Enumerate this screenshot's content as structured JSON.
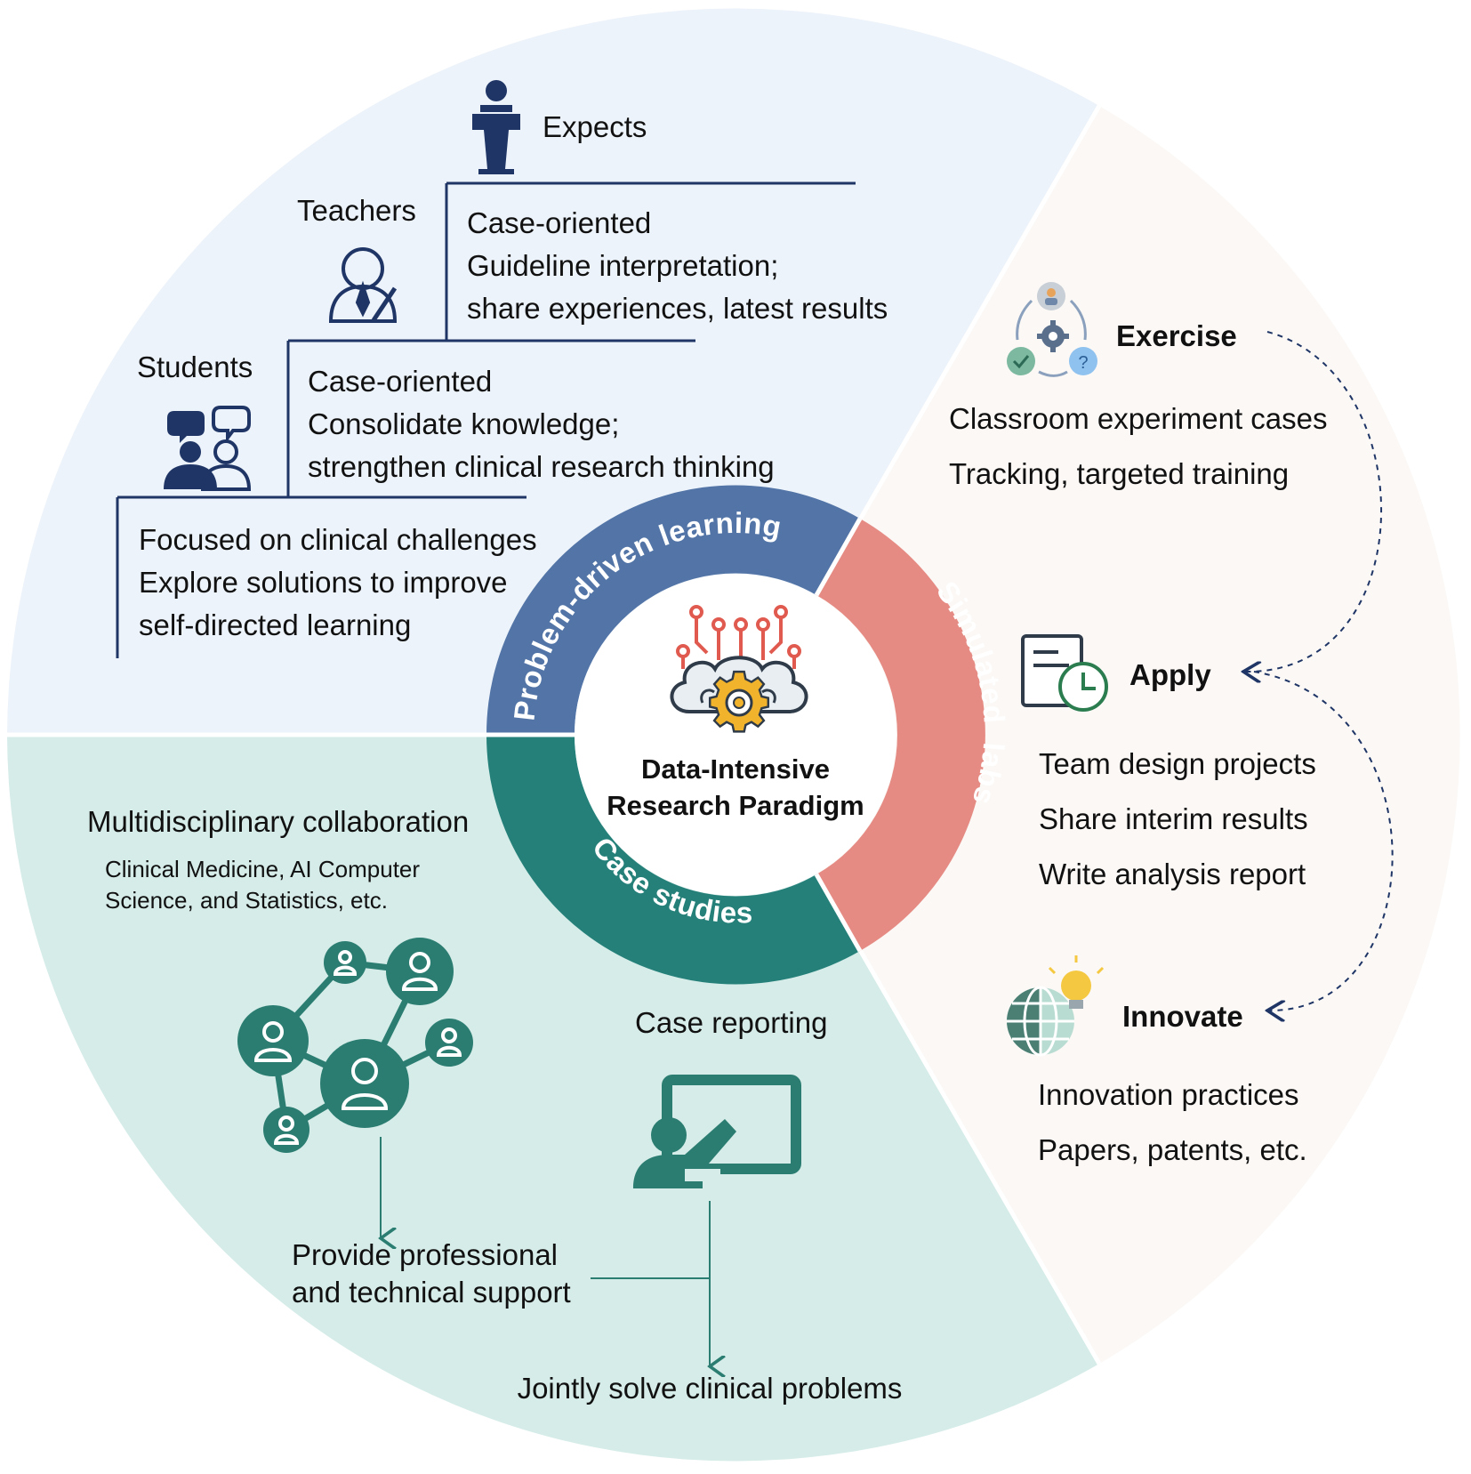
{
  "center": {
    "title_line1": "Data-Intensive",
    "title_line2": "Research Paradigm",
    "icon": "brain-gear-icon"
  },
  "ring": {
    "problem_label": "Problem-driven learning",
    "simulated_label_1": "Simulated",
    "simulated_label_2": "labs",
    "case_label": "Case studies"
  },
  "problem_section": {
    "expects_label": "Expects",
    "teachers_label": "Teachers",
    "students_label": "Students",
    "teachers_text": [
      "Case-oriented",
      "Guideline interpretation;",
      "share experiences, latest results"
    ],
    "students_text": [
      "Case-oriented",
      "Consolidate knowledge;",
      "strengthen clinical research thinking"
    ],
    "base_text": [
      "Focused on clinical challenges",
      "Explore solutions to improve",
      "self-directed learning"
    ]
  },
  "labs_section": {
    "exercise_title": "Exercise",
    "exercise_items": [
      "Classroom experiment cases",
      "Tracking, targeted training"
    ],
    "apply_title": "Apply",
    "apply_items": [
      "Team design projects",
      "Share interim results",
      "Write analysis report"
    ],
    "innovate_title": "Innovate",
    "innovate_items": [
      "Innovation practices",
      "Papers, patents, etc."
    ]
  },
  "case_section": {
    "multi_title": "Multidisciplinary collaboration",
    "multi_sub_1": "Clinical  Medicine,  AI  Computer",
    "multi_sub_2": "Science, and Statistics, etc.",
    "case_reporting": "Case reporting",
    "support_1": "Provide professional",
    "support_2": "and technical support",
    "joint": "Jointly solve clinical problems"
  },
  "colors": {
    "problem_bg": "#edf3fa",
    "labs_bg": "#fbf8f5",
    "case_bg": "#d5ece8",
    "problem_ring": "#5274a6",
    "labs_ring": "#e58b83",
    "case_ring": "#25807a",
    "navy": "#1f3566",
    "teal": "#2b7d72"
  }
}
